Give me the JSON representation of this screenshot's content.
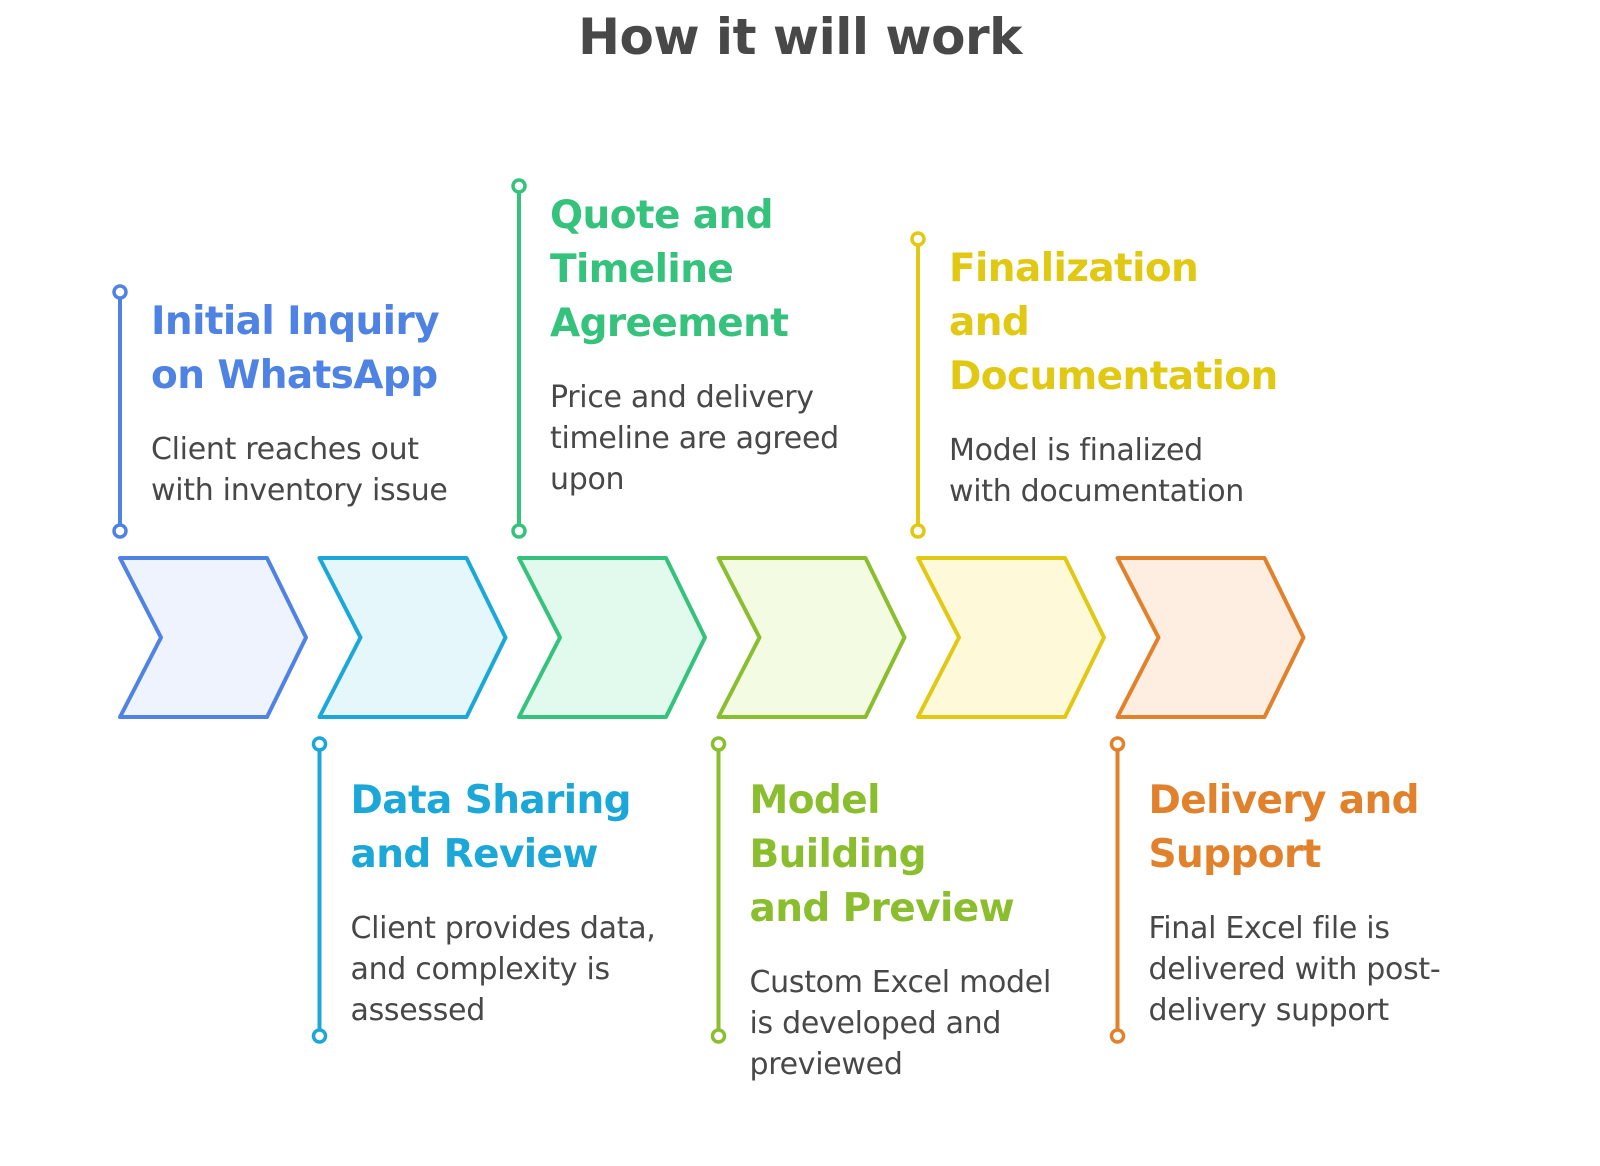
{
  "title": "How it will work",
  "steps": [
    {
      "title_lines": [
        "Initial Inquiry",
        "on WhatsApp"
      ],
      "desc_lines": [
        "Client reaches out",
        "with inventory issue"
      ],
      "color": "#4F83E3",
      "fill": "#EEF3FD"
    },
    {
      "title_lines": [
        "Data Sharing",
        "and Review"
      ],
      "desc_lines": [
        "Client provides data,",
        "and complexity is",
        "assessed"
      ],
      "color": "#1BA8D8",
      "fill": "#E6F7FC"
    },
    {
      "title_lines": [
        "Quote and",
        "Timeline",
        "Agreement"
      ],
      "desc_lines": [
        "Price and delivery",
        "timeline are agreed",
        "upon"
      ],
      "color": "#35C27C",
      "fill": "#E2FAEE"
    },
    {
      "title_lines": [
        "Model Building",
        "and Preview"
      ],
      "desc_lines": [
        "Custom Excel model",
        "is developed and",
        "previewed"
      ],
      "color": "#8BBE2E",
      "fill": "#F3FBE3"
    },
    {
      "title_lines": [
        "Finalization",
        "and",
        "Documentation"
      ],
      "desc_lines": [
        "Model is finalized",
        "with documentation"
      ],
      "color": "#E1C812",
      "fill": "#FEF9D9"
    },
    {
      "title_lines": [
        "Delivery and",
        "Support"
      ],
      "desc_lines": [
        "Final Excel file is",
        "delivered with post-",
        "delivery support"
      ],
      "color": "#E2812B",
      "fill": "#FDEEE1"
    }
  ]
}
